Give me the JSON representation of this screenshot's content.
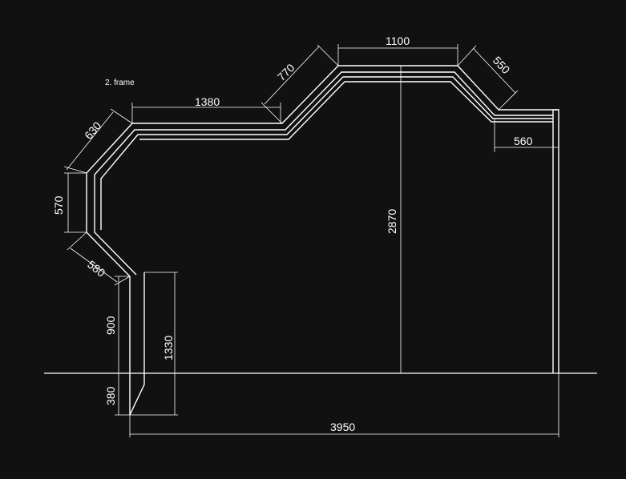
{
  "drawing": {
    "title": "2. frame",
    "background_color": "#111111",
    "line_color": "#ffffff"
  },
  "dimensions": {
    "d_630": "630",
    "d_570": "570",
    "d_580": "580",
    "d_1380": "1380",
    "d_770": "770",
    "d_1100": "1100",
    "d_550": "550",
    "d_560": "560",
    "d_2870": "2870",
    "d_900": "900",
    "d_380": "380",
    "d_1330": "1330",
    "d_3950": "3950"
  }
}
